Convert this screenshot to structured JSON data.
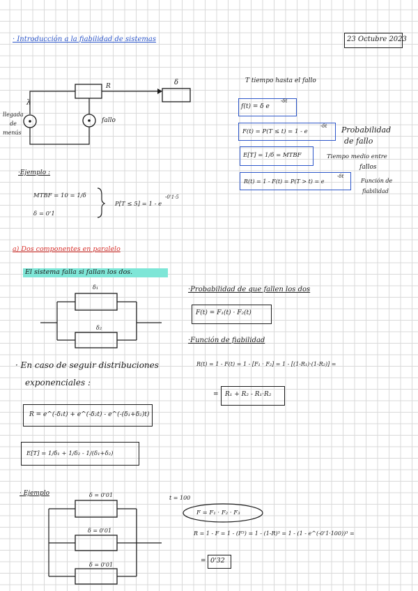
{
  "header": {
    "title": "· Introducción a la fiabilidad de sistemas",
    "date": "23 Octubre 2023"
  },
  "diagram1": {
    "label_r": "R",
    "label_delta": "δ",
    "label_lambda": "λ",
    "arrival_1": "llegada",
    "arrival_2": "de",
    "arrival_3": "menús",
    "fail_label": "fallo"
  },
  "right_notes": {
    "time_label": "T tiempo hasta el fallo",
    "f_formula": "f(t) = δ e",
    "f_exp": "-δt",
    "F_formula": "F(t) = P(T ≤ t) = 1 - e",
    "F_exp": "-δt",
    "prob_fail_1": "Probabilidad",
    "prob_fail_2": "de fallo",
    "E_formula": "E[T] = 1/δ = MTBF",
    "mean_time_1": "Tiempo medio entre",
    "mean_time_2": "fallos",
    "R_formula": "R(t) = 1 - F(t) = P(T > t) = e",
    "R_exp": "-δt",
    "reliab_1": "Función de",
    "reliab_2": "fiabilidad"
  },
  "example1": {
    "heading": "·Ejemplo :",
    "mtbf": "MTBF = 10 = 1/δ",
    "delta": "δ = 0'1",
    "prob": "P[T ≤ 5] = 1 - e",
    "prob_exp": "-0'1·5"
  },
  "section_a": {
    "heading": "a) Dos componentes en paralelo",
    "highlight": "El sistema falla si fallan los dos.",
    "d1": "δ₁",
    "d2": "δ₂",
    "prob_heading": "·Probabilidad de que fallen los dos",
    "F_formula": "F(t) = F₁(t) · F₂(t)",
    "reliab_heading": "·Función de fiabilidad",
    "bullet_1": "· En caso de seguir distribuciones",
    "bullet_2": "exponenciales :",
    "R_expand": "R(t) = 1 - F(t) = 1 - [F₁ · F₂] = 1 - [(1-R₁)·(1-R₂)] =",
    "R_result": "R₁ + R₂ - R₁·R₂",
    "R_exp_formula": "R = e^(-δ₁t) + e^(-δ₂t) - e^(-(δ₁+δ₂)t)",
    "E_formula": "E[T] = 1/δ₁ + 1/δ₂ - 1/(δ₁+δ₂)"
  },
  "example2": {
    "heading": "· Ejemplo",
    "d_top": "δ = 0'01",
    "d_mid": "δ = 0'01",
    "d_bot": "δ = 0'01",
    "t_value": "t = 100",
    "F_prod": "F = F₁ · F₂ · F₃",
    "R_chain": "R = 1 - F = 1 - (F³) = 1 - (1-R)³ = 1 - (1 - e^(-0'1·100))³ =",
    "result": "0'32"
  }
}
